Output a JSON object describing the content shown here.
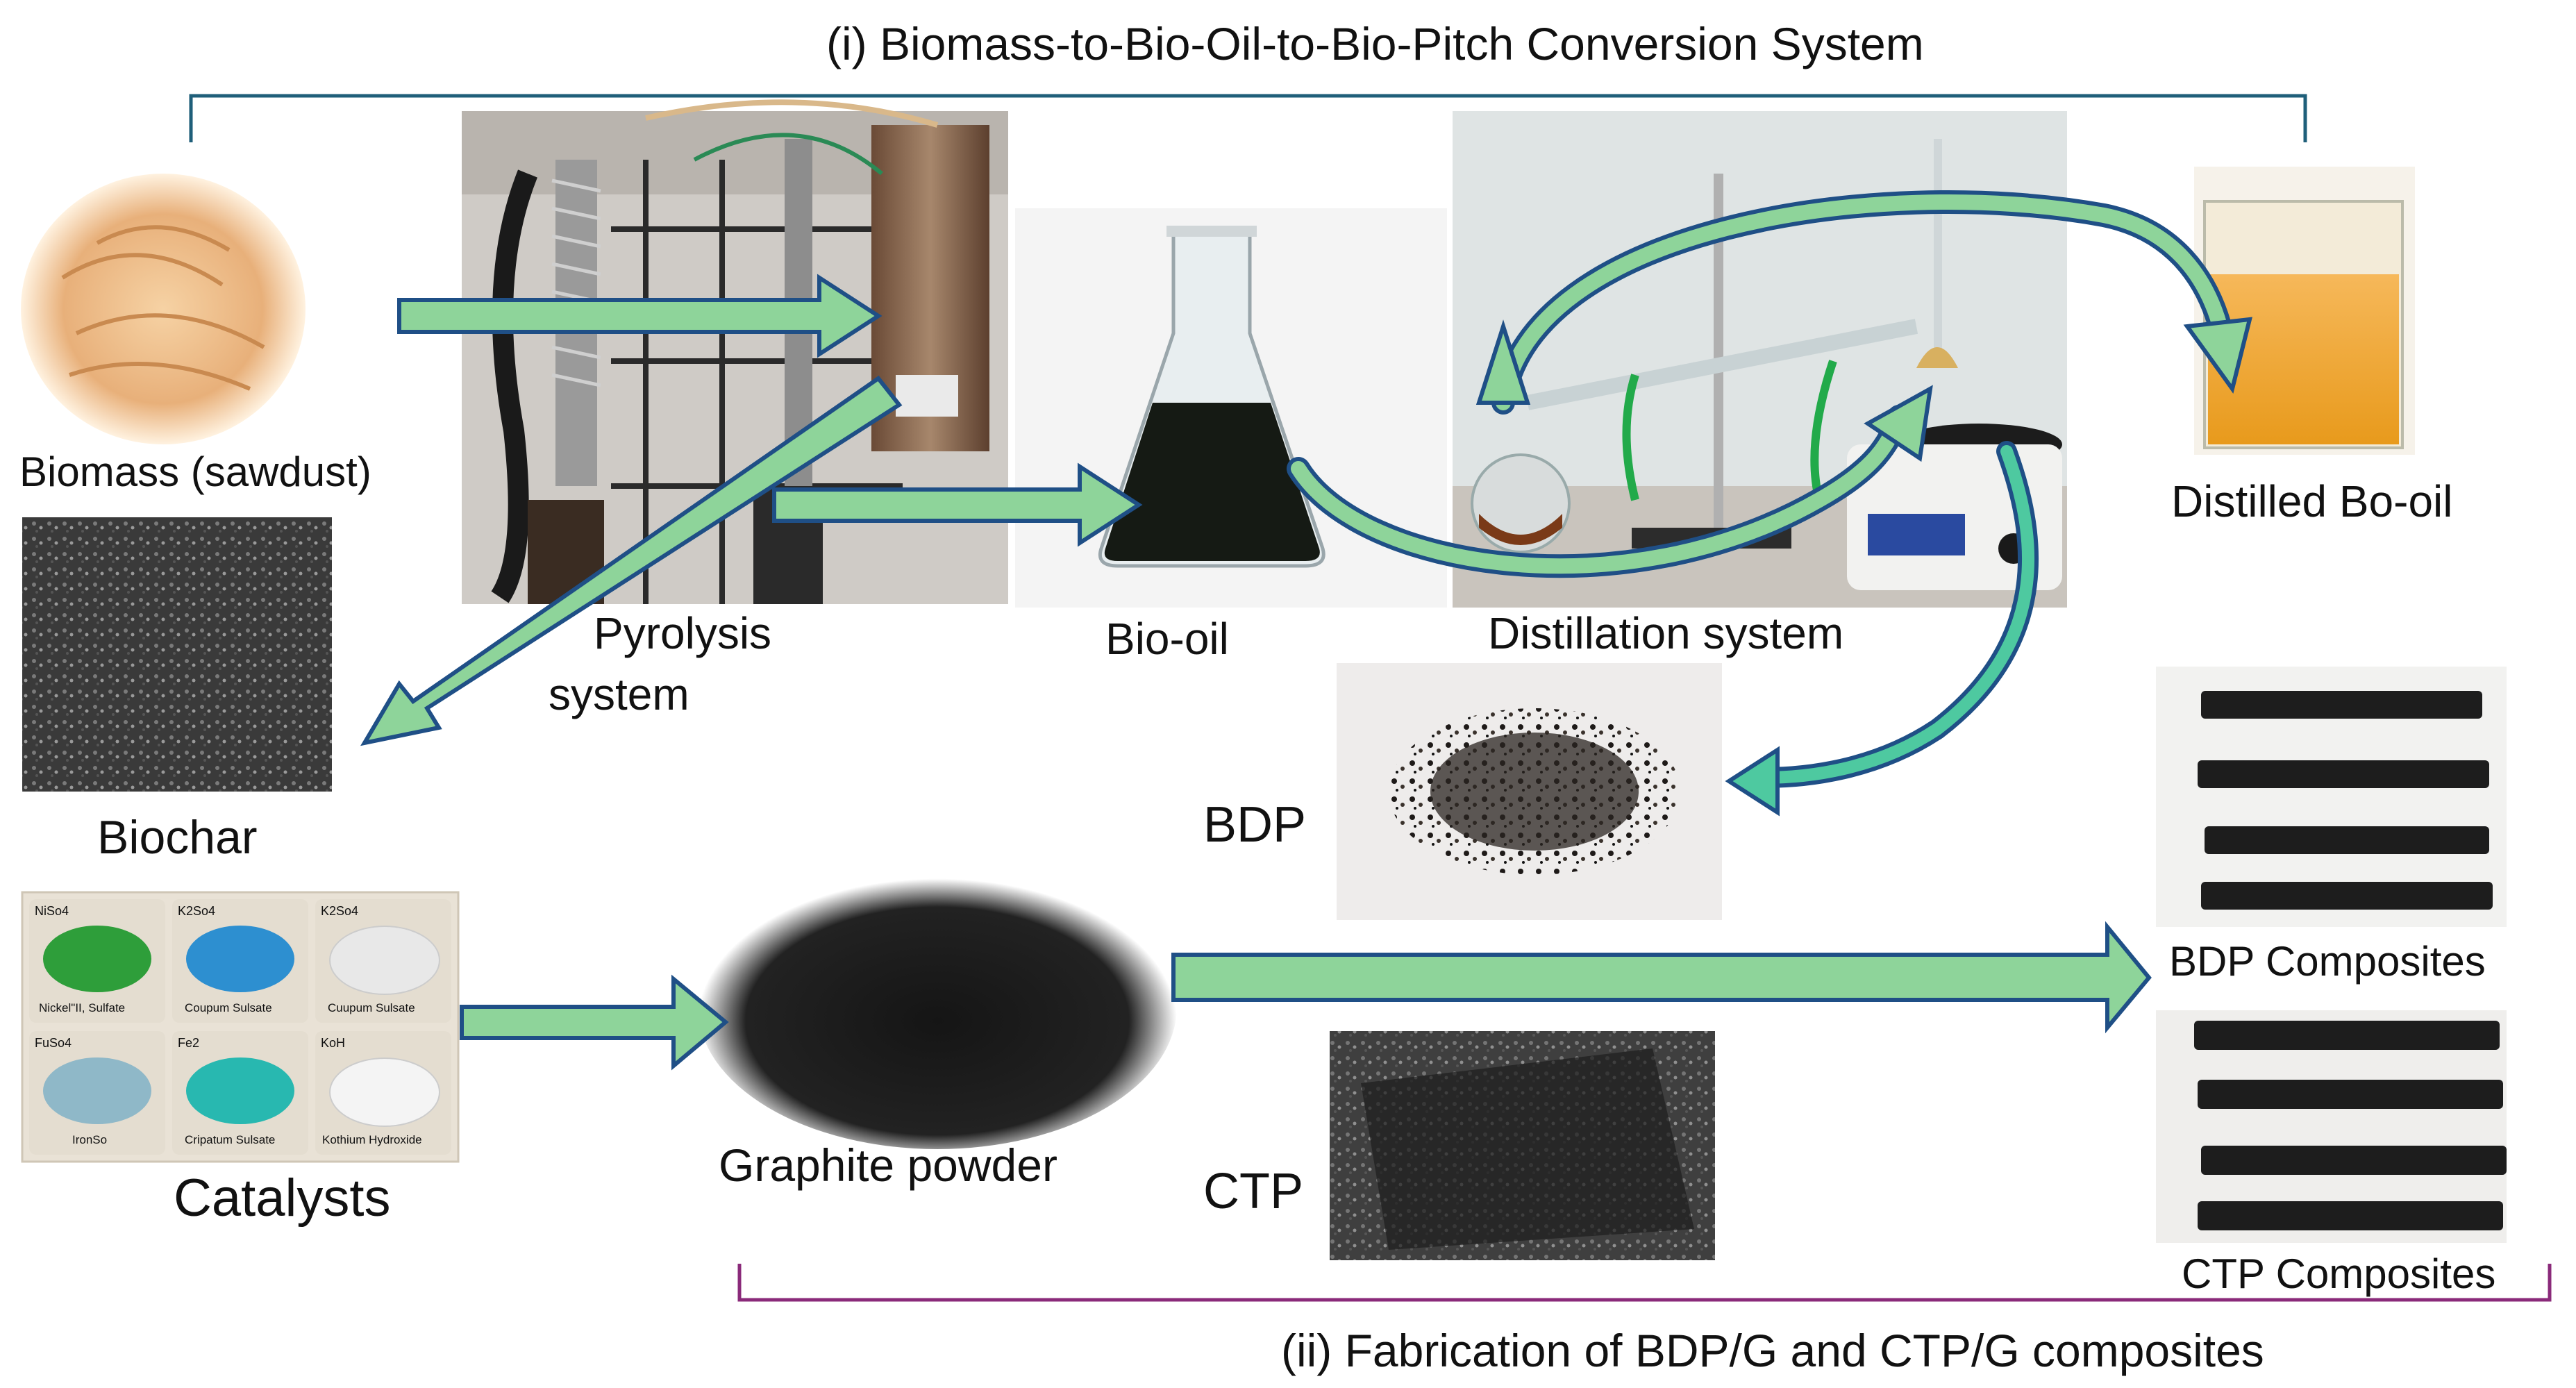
{
  "section_titles": {
    "top": "(i) Biomass-to-Bio-Oil-to-Bio-Pitch Conversion System",
    "bottom": "(ii) Fabrication of BDP/G and CTP/G composites"
  },
  "labels": {
    "biomass": "Biomass (sawdust)",
    "biochar": "Biochar",
    "catalysts": "Catalysts",
    "pyrolysis_line1": "Pyrolysis",
    "pyrolysis_line2": "system",
    "bio_oil": "Bio-oil",
    "distillation": "Distillation system",
    "distilled_bio_oil": "Distilled Bo-oil",
    "bdp": "BDP",
    "ctp": "CTP",
    "graphite": "Graphite powder",
    "bdp_composites": "BDP Composites",
    "ctp_composites": "CTP Composites"
  },
  "catalyst_tiles": [
    {
      "formula": "NiSo4",
      "name": "Nickel\"II, Sulfate",
      "color": "#2e9e3a"
    },
    {
      "formula": "K2So4",
      "name": "Coupum Sulsate",
      "color": "#2d8fd0"
    },
    {
      "formula": "K2So4",
      "name": "Cuupum Sulsate",
      "color": "#e8e8e8"
    },
    {
      "formula": "FuSo4",
      "name": "IronSo",
      "color": "#8fb8c8"
    },
    {
      "formula": "Fe2",
      "name": "Cripatum Sulsate",
      "color": "#28b8b0"
    },
    {
      "formula": "KoH",
      "name": "Kothium Hydroxide",
      "color": "#f0f0f0"
    }
  ],
  "colors": {
    "top_bracket": "#1f5f7a",
    "bottom_bracket": "#8a2a7a",
    "arrow_fill": "#8ed49a",
    "arrow_stroke": "#1f4f86",
    "curve_arrow_fill": "#4ec9a0"
  }
}
